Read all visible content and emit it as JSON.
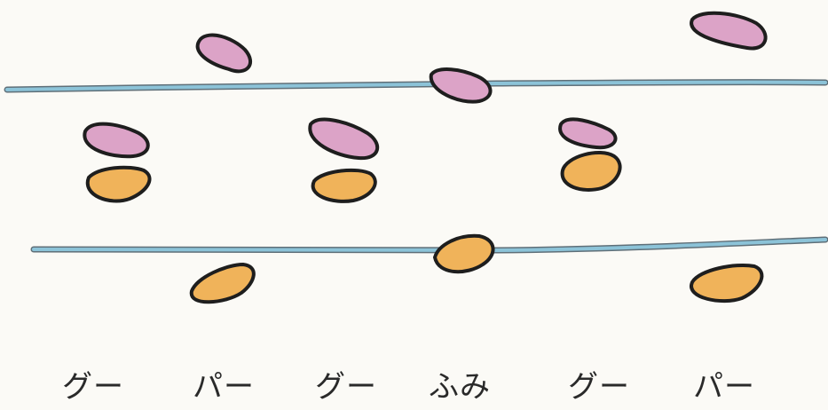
{
  "labels": [
    "グー",
    "パー",
    "グー",
    "ふみ",
    "グー",
    "パー"
  ],
  "colors": {
    "background": "#fbfaf6",
    "rope": "#8cc3d8",
    "rope_outline": "#5f6f78",
    "pink_foot": "#dca3c7",
    "orange_foot": "#f0b35a",
    "outline": "#1e1e1e"
  }
}
